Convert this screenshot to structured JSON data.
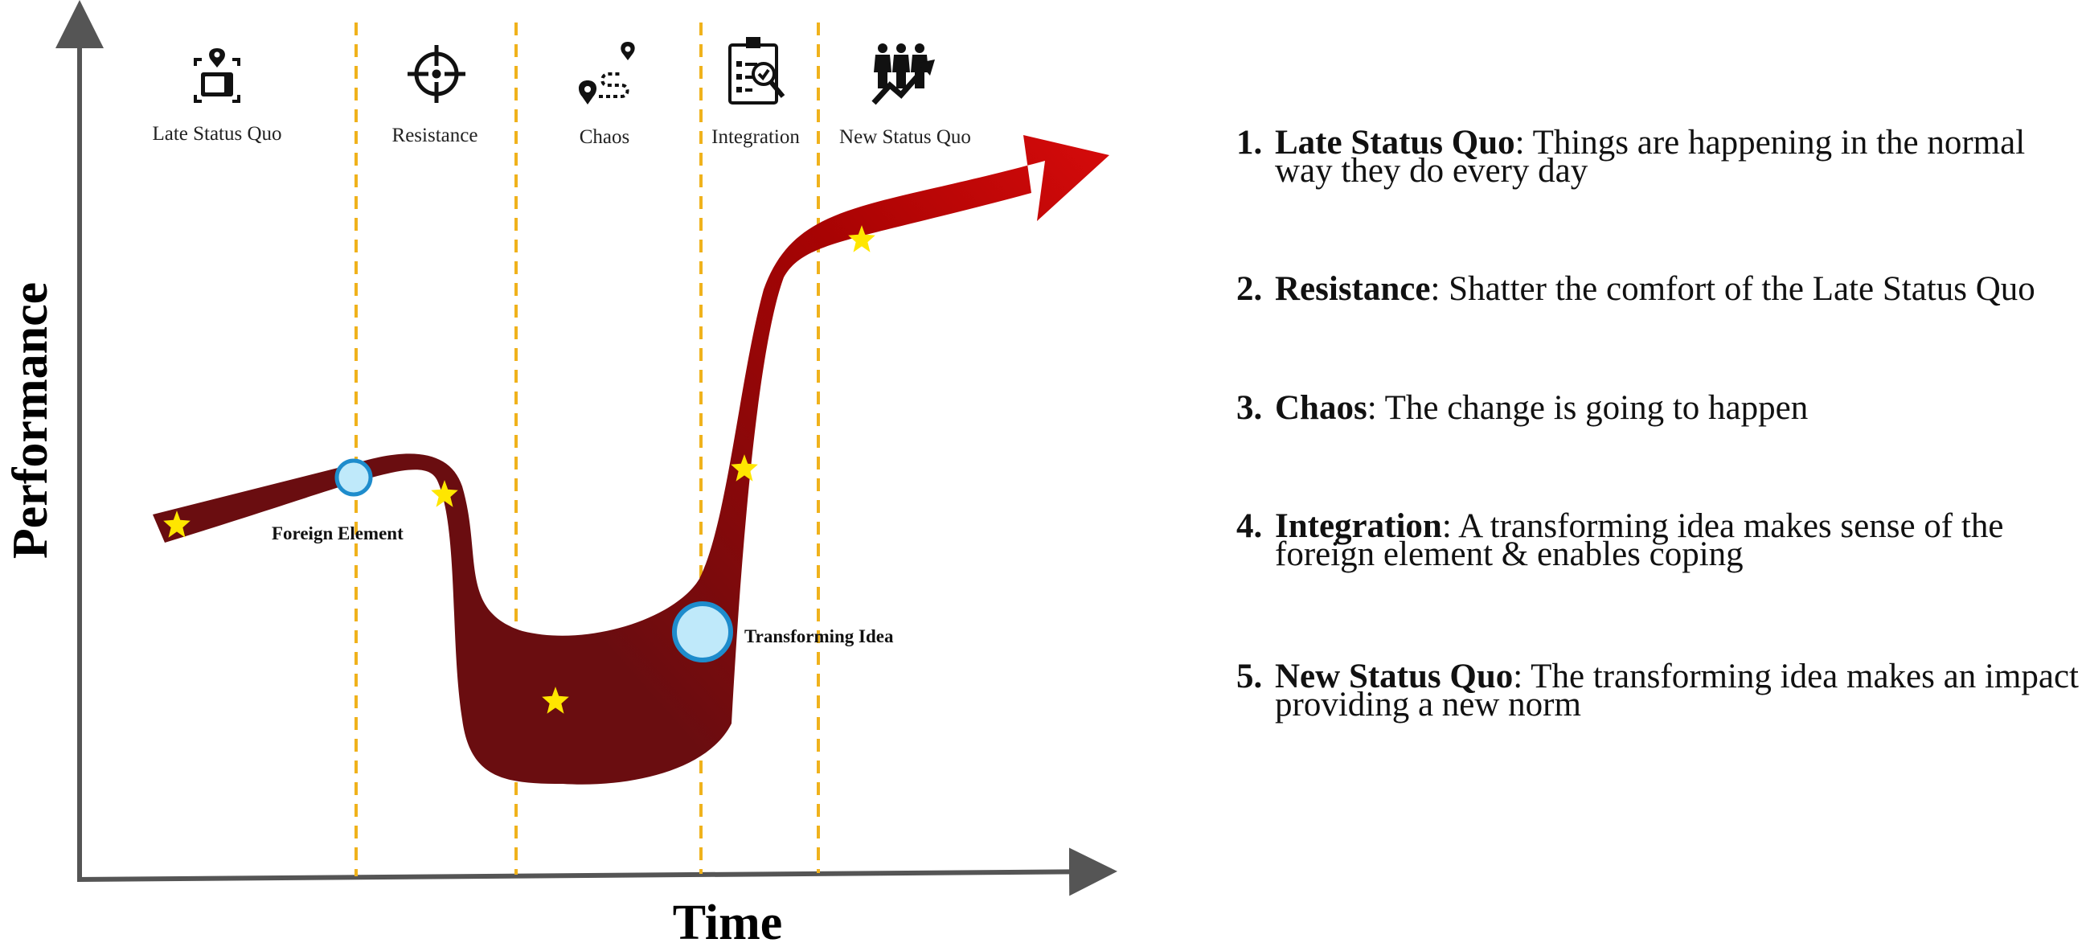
{
  "axes": {
    "x_label": "Time",
    "y_label": "Performance"
  },
  "stages": [
    {
      "label": "Late Status Quo",
      "icon": "wallet-location-icon"
    },
    {
      "label": "Resistance",
      "icon": "crosshair-icon"
    },
    {
      "label": "Chaos",
      "icon": "winding-path-pins-icon"
    },
    {
      "label": "Integration",
      "icon": "clipboard-magnifier-icon"
    },
    {
      "label": "New Status Quo",
      "icon": "people-growth-arrow-icon"
    }
  ],
  "callouts": {
    "foreign_element": "Foreign Element",
    "transforming_idea": "Transforming Idea"
  },
  "legend": [
    {
      "number": "1.",
      "term": "Late Status Quo",
      "text": ": Things are happening in the normal way they do every day"
    },
    {
      "number": "2.",
      "term": "Resistance",
      "text": ": Shatter the comfort of the Late Status Quo"
    },
    {
      "number": "3.",
      "term": "Chaos",
      "text": ": The change is going to happen"
    },
    {
      "number": "4.",
      "term": "Integration",
      "text": ": A transforming idea makes sense of the foreign element & enables coping"
    },
    {
      "number": "5.",
      "term": "New Status Quo",
      "text": ": The transforming idea makes an impact providing a new norm"
    }
  ],
  "colors": {
    "curve_start": "#7a0f12",
    "curve_mid": "#b30000",
    "curve_end": "#ff0f0f",
    "divider": "#f0b21c",
    "axis": "#555555",
    "marker_fill": "#bfe9fa",
    "marker_stroke": "#1e8ccc",
    "star": "#ffe600"
  }
}
